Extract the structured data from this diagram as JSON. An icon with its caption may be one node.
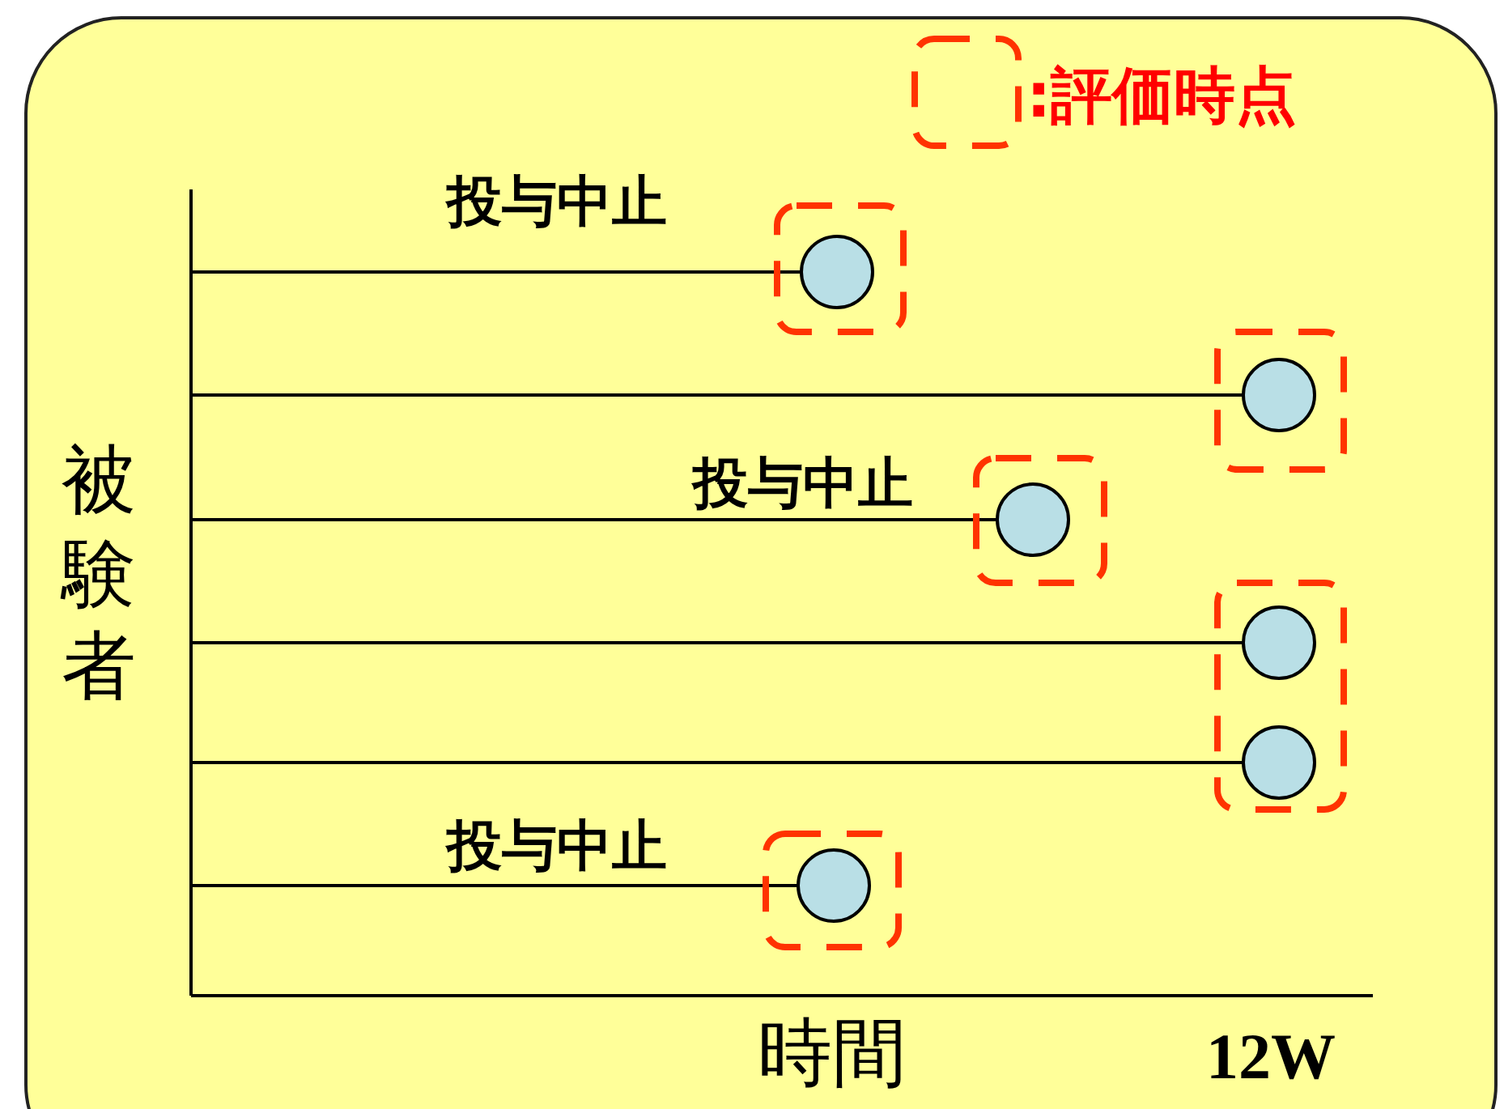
{
  "diagram": {
    "nodes": [
      {
        "text": [],
        "shape": "circle"
      },
      {
        "text": [],
        "shape": "circle"
      },
      {
        "text": [],
        "shape": "circle"
      },
      {
        "text": [],
        "shape": "circle"
      },
      {
        "text": [],
        "shape": "circle"
      },
      {
        "text": [],
        "shape": "circle"
      }
    ],
    "edges": [
      {
        "from": null,
        "to": 0,
        "arrow": "none"
      },
      {
        "from": null,
        "to": 1,
        "arrow": "none"
      },
      {
        "from": null,
        "to": 2,
        "arrow": "none"
      },
      {
        "from": null,
        "to": 3,
        "arrow": "none"
      },
      {
        "from": null,
        "to": 4,
        "arrow": "none"
      },
      {
        "from": null,
        "to": 5,
        "arrow": "none"
      }
    ],
    "labels": [
      "投与中止",
      "投与中止",
      "被験者",
      "投与中止",
      "時間",
      "12W"
    ],
    "legend": [
      {
        "text": ":評価時点"
      }
    ]
  }
}
